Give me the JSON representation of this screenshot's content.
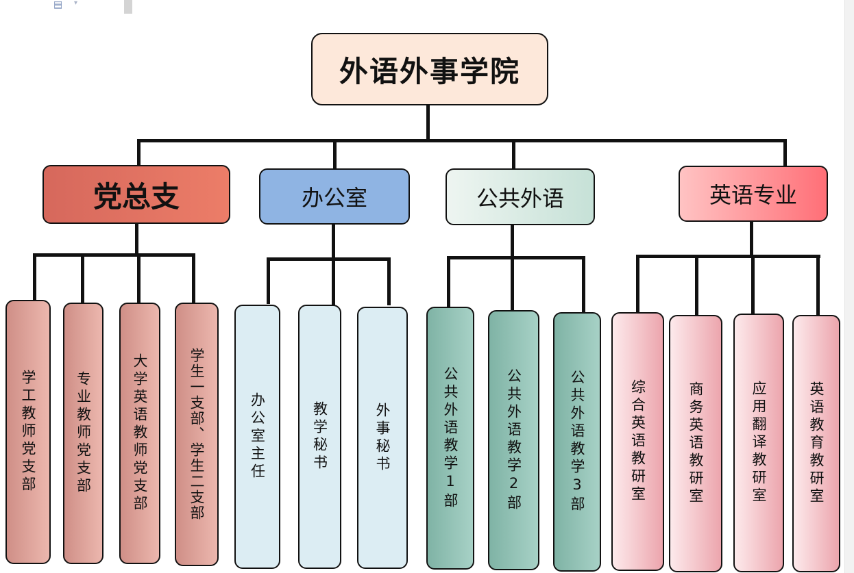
{
  "chart_data": {
    "type": "org-chart",
    "root": "外语外事学院",
    "children": [
      {
        "name": "党总支",
        "children": [
          "学工教师党支部",
          "专业教师党支部",
          "大学英语教师党支部",
          "学生一支部、学生二支部"
        ]
      },
      {
        "name": "办公室",
        "children": [
          "办公室主任",
          "教学秘书",
          "外事秘书"
        ]
      },
      {
        "name": "公共外语",
        "children": [
          "公共外语教学1部",
          "公共外语教学2部",
          "公共外语教学3部"
        ]
      },
      {
        "name": "英语专业",
        "children": [
          "综合英语教研室",
          "商务英语教研室",
          "应用翻译教研室",
          "英语教育教研室"
        ]
      }
    ]
  },
  "colors": {
    "root_fill": "#fde8da",
    "dept_fills": [
      "#e87a66",
      "#8fb4e3",
      "#d3e8e0",
      "#ff8a8e"
    ],
    "leaf_fills": [
      "#e3a49b",
      "#dcedf3",
      "#8fc2b5",
      "#f7c0c3"
    ],
    "line": "#111111"
  },
  "icons": {
    "toolbar": "document-icon"
  }
}
